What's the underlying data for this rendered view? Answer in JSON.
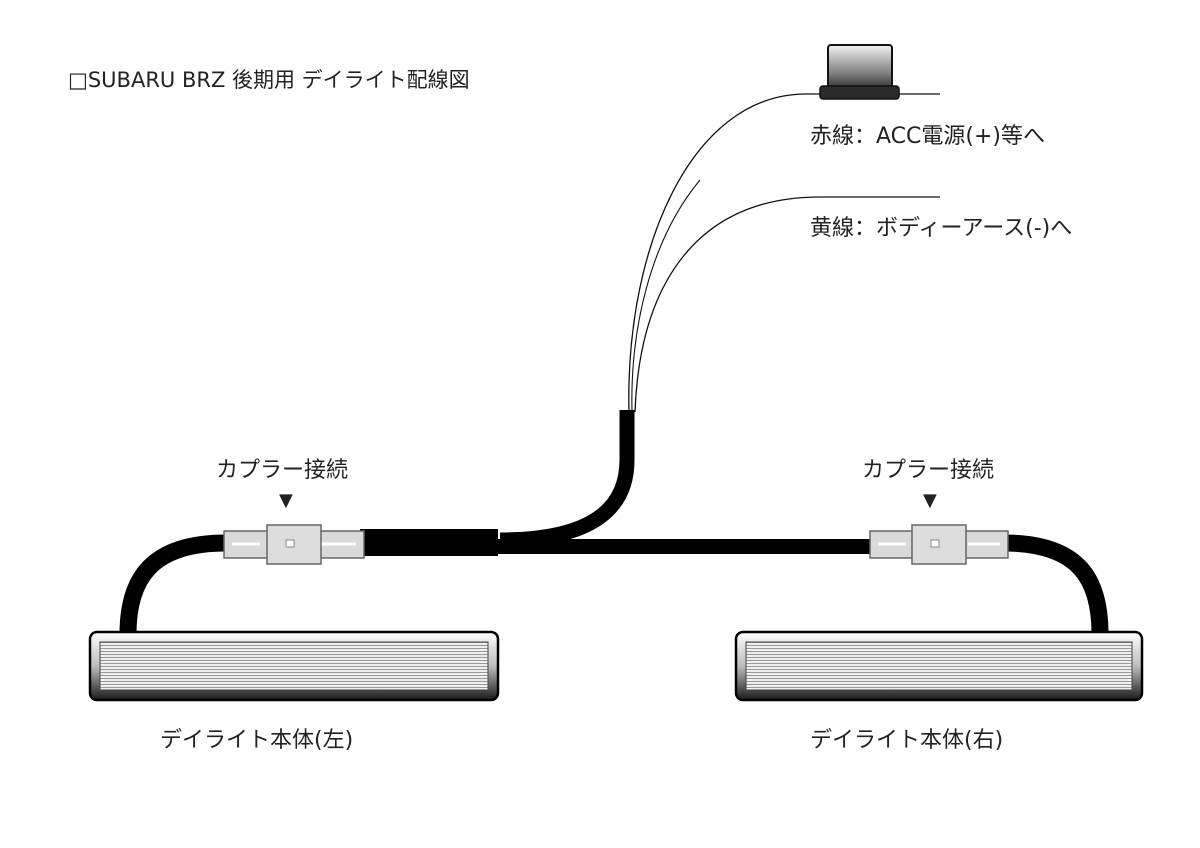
{
  "title": "□SUBARU BRZ 後期用 デイライト配線図",
  "labels": {
    "red_wire": "赤線：ACC電源(+)等へ",
    "yellow_wire": "黄線：ボディーアース(-)へ",
    "coupler_left": "カプラー接続",
    "coupler_right": "カプラー接続",
    "coupler_marker": "▼",
    "body_left": "デイライト本体(左)",
    "body_right": "デイライト本体(右)"
  },
  "colors": {
    "cable": "#000000",
    "thin_wire": "#111111",
    "connector_fill": "#d9d9d9",
    "connector_stroke": "#666666",
    "text": "#222222"
  }
}
